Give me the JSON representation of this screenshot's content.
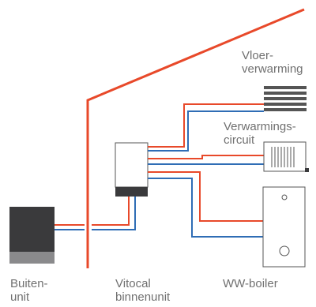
{
  "labels": {
    "floor_heating": [
      "Vloer-",
      "verwarming"
    ],
    "heating_circuit": [
      "Verwarmings-",
      "circuit"
    ],
    "outdoor_unit": [
      "Buiten-",
      "unit"
    ],
    "indoor_unit": [
      "Vitocal",
      "binnenunit"
    ],
    "water_boiler": [
      "WW-boiler"
    ]
  },
  "colors": {
    "supply": "#e8492a",
    "return": "#2f6db5",
    "house_outline": "#e8492a",
    "unit_dark": "#3a3a3c",
    "unit_light": "#8a8a8c",
    "equipment_stroke": "#555555"
  }
}
